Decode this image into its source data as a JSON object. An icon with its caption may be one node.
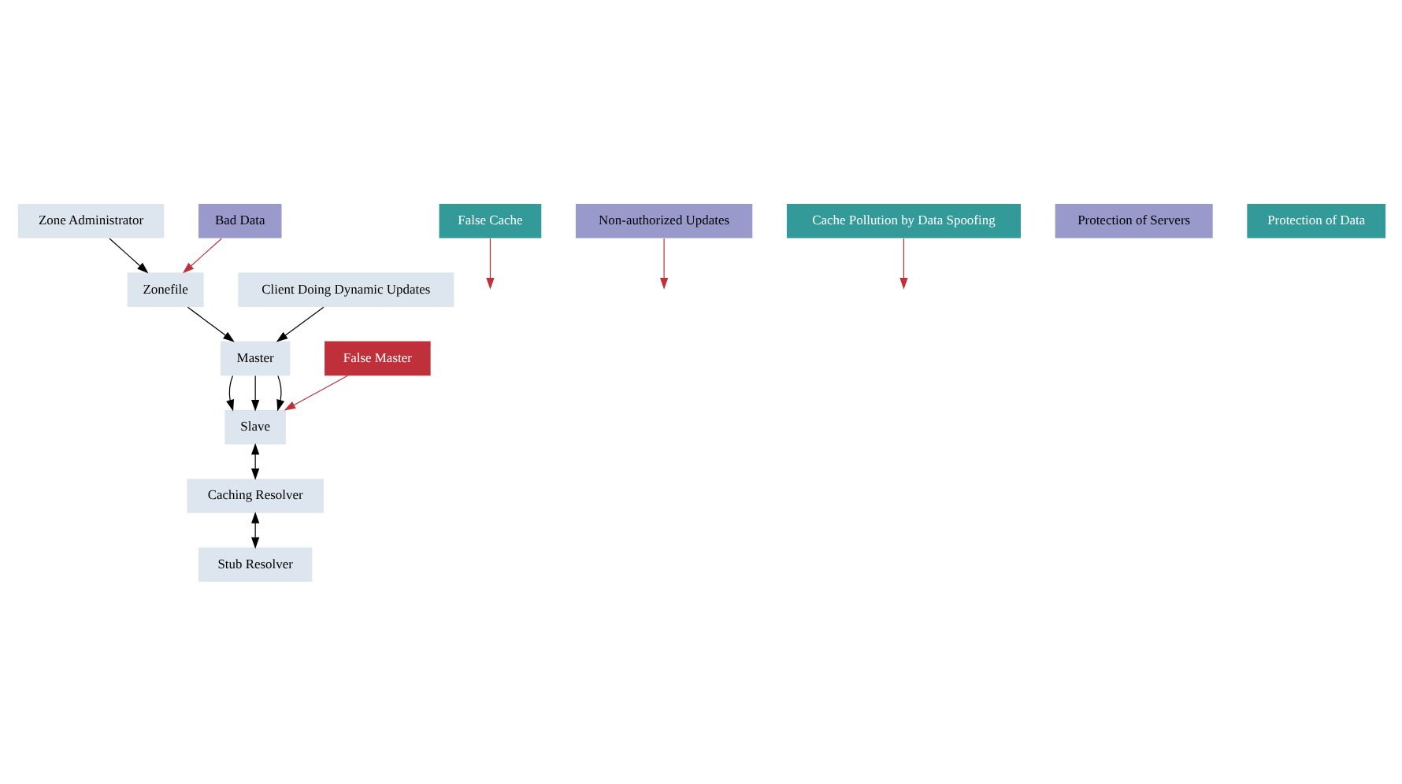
{
  "diagram": {
    "nodes": [
      {
        "text": [
          "Zone Administrator"
        ]
      },
      {
        "text": [
          "Bad Data"
        ]
      },
      {
        "text": [
          "Zonefile"
        ]
      },
      {
        "text": [
          "Master"
        ]
      },
      {
        "text": [
          "False Master"
        ]
      },
      {
        "text": [
          "Caching Resolver"
        ]
      },
      {
        "text": [
          "Slave"
        ]
      },
      {
        "text": [
          "False Cache"
        ]
      },
      {
        "text": [
          "Stub Resolver"
        ]
      },
      {
        "text": [
          "Client Doing Dynamic Updates"
        ]
      },
      {
        "text": [
          "Non-authorized Updates"
        ]
      },
      {
        "text": [
          "Cache Pollution by Data Spoofing"
        ]
      },
      {
        "text": [
          "Protection of Servers"
        ]
      },
      {
        "text": [
          "Protection of Data"
        ]
      }
    ],
    "edges": [
      {
        "from": 0,
        "to": 2,
        "arrow": "to"
      },
      {
        "from": 2,
        "to": 3,
        "arrow": "to"
      },
      {
        "from": 9,
        "to": 3,
        "arrow": "to"
      },
      {
        "from": 3,
        "to": 6,
        "arrow": "to"
      },
      {
        "from": 3,
        "to": 6,
        "arrow": "to"
      },
      {
        "from": 3,
        "to": 6,
        "arrow": "to"
      },
      {
        "from": 6,
        "to": 5,
        "arrow": "both"
      },
      {
        "from": 5,
        "to": 8,
        "arrow": "both"
      },
      {
        "from": 1,
        "to": 2,
        "arrow": "to",
        "color": "#c0303a"
      },
      {
        "from": 4,
        "to": 6,
        "arrow": "to",
        "color": "#c0303a"
      },
      {
        "from": 10,
        "to": null,
        "arrow": "to",
        "color": "#c0303a"
      },
      {
        "from": 11,
        "to": null,
        "arrow": "to",
        "color": "#c0303a"
      },
      {
        "from": 7,
        "to": null,
        "arrow": "to",
        "color": "#c0303a"
      }
    ]
  }
}
